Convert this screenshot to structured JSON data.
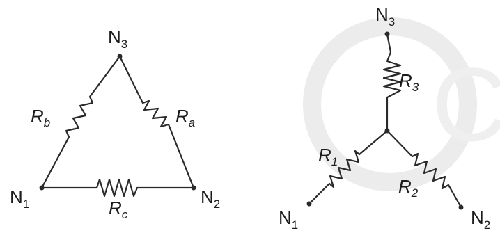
{
  "delta": {
    "nodes": {
      "n3": "N",
      "n3_sub": "3",
      "n1": "N",
      "n1_sub": "1",
      "n2": "N",
      "n2_sub": "2"
    },
    "resistors": {
      "a": "R",
      "a_sub": "a",
      "b": "R",
      "b_sub": "b",
      "c": "R",
      "c_sub": "c"
    }
  },
  "wye": {
    "nodes": {
      "n3": "N",
      "n3_sub": "3",
      "n1": "N",
      "n1_sub": "1",
      "n2": "N",
      "n2_sub": "2"
    },
    "resistors": {
      "r3": "R",
      "r3_sub": "3",
      "r1": "R",
      "r1_sub": "1",
      "r2": "R",
      "r2_sub": "2"
    }
  }
}
